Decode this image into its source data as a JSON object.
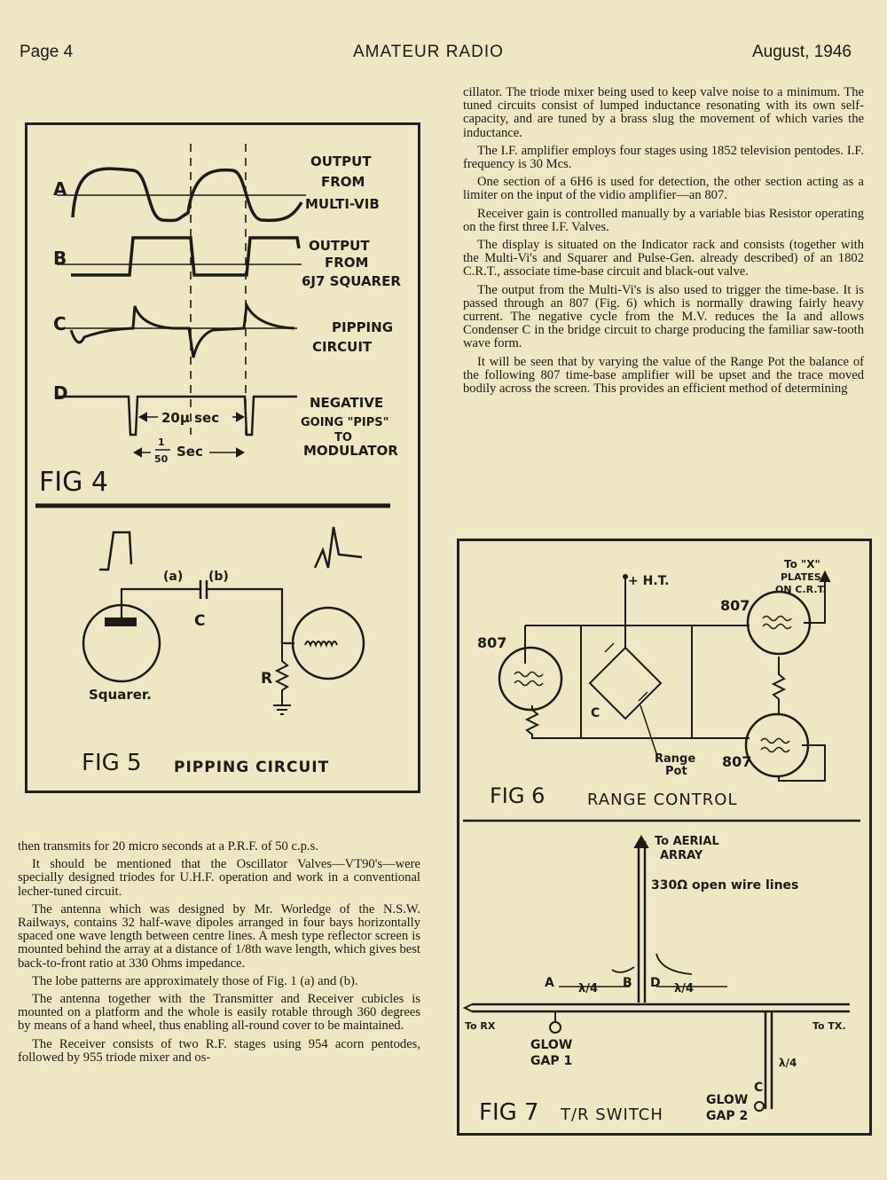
{
  "header": {
    "page": "Page 4",
    "title": "AMATEUR RADIO",
    "date": "August, 1946"
  },
  "right_column": [
    "cillator. The triode mixer being used to keep valve noise to a minimum. The tuned circuits consist of lumped inductance resonating with its own self-capacity, and are tuned by a brass slug the movement of which varies the inductance.",
    "The I.F. amplifier employs four stages using 1852 television pentodes. I.F. frequency is 30 Mcs.",
    "One section of a 6H6 is used for detection, the other section acting as a limiter on the input of the vidio amplifier—an 807.",
    "Receiver gain is controlled manually by a variable bias Resistor operating on the first three I.F. Valves.",
    "The display is situated on the Indicator rack and consists (together with the Multi-Vi's and Squarer and Pulse-Gen. already described) of an 1802 C.R.T., associate time-base circuit and black-out valve.",
    "The output from the Multi-Vi's is also used to trigger the time-base. It is passed through an 807 (Fig. 6) which is normally drawing fairly heavy current. The negative cycle from the M.V. reduces the Ia and allows Condenser C in the bridge circuit to charge producing the familiar saw-tooth wave form.",
    "It will be seen that by varying the value of the Range Pot the balance of the following 807 time-base amplifier will be upset and the trace moved bodily across the screen. This provides an efficient method of determining"
  ],
  "left_column": [
    "then transmits for 20 micro seconds at a P.R.F. of 50 c.p.s.",
    "It should be mentioned that the Oscillator Valves—VT90's—were specially designed triodes for U.H.F. operation and work in a conventional lecher-tuned circuit.",
    "The antenna which was designed by Mr. Worledge of the N.S.W. Railways, contains 32 half-wave dipoles arranged in four bays horizontally spaced one wave length between centre lines. A mesh type reflector screen is mounted behind the array at a distance of 1/8th wave length, which gives best back-to-front ratio at 330 Ohms impedance.",
    "The lobe patterns are approximately those of Fig. 1 (a) and (b).",
    "The antenna together with the Transmitter and Receiver cubicles is mounted on a platform and the whole is easily rotable through 360 degrees by means of a hand wheel, thus enabling all-round cover to be maintained.",
    "The Receiver consists of two R.F. stages using 954 acorn pentodes, followed by 955 triode mixer and os-"
  ],
  "fig4": {
    "row_a": "A",
    "row_b": "B",
    "row_c": "C",
    "row_d": "D",
    "label_a": [
      "OUTPUT",
      "FROM",
      "MULTI-VIB"
    ],
    "label_b": [
      "OUTPUT",
      "FROM",
      "6J7 SQUARER"
    ],
    "label_c": [
      "PIPPING",
      "CIRCUIT"
    ],
    "label_d": [
      "NEGATIVE",
      "GOING \"PIPS\"",
      "TO",
      "MODULATOR"
    ],
    "pulse_width": "20µ sec",
    "period_num": "1",
    "period_den": "50",
    "period_unit": "Sec",
    "caption": "FIG 4"
  },
  "fig5": {
    "cap_a": "(a)",
    "cap_b": "(b)",
    "cap_c": "C",
    "res_r": "R",
    "valve": "Squarer.",
    "caption": "FIG 5",
    "title": "PIPPING CIRCUIT"
  },
  "fig6": {
    "ht": "+ H.T.",
    "valve_left": "807",
    "valve_top": "807",
    "valve_bottom": "807",
    "to_x": [
      "To \"X\"",
      "PLATES",
      "ON C.R.T."
    ],
    "cap": "C",
    "pot": [
      "Range",
      "Pot"
    ],
    "caption": "FIG 6",
    "title": "RANGE CONTROL"
  },
  "fig7": {
    "aerial": [
      "To AERIAL",
      "ARRAY"
    ],
    "lines": "330Ω open wire lines",
    "pt_a": "A",
    "pt_b": "B",
    "pt_c": "C",
    "pt_d": "D",
    "quarter": "λ/4",
    "to_rx": "To RX",
    "to_tx": "To TX.",
    "gap1": [
      "GLOW",
      "GAP 1"
    ],
    "gap2": [
      "GLOW",
      "GAP 2"
    ],
    "caption": "FIG 7",
    "title": "T/R SWITCH"
  }
}
